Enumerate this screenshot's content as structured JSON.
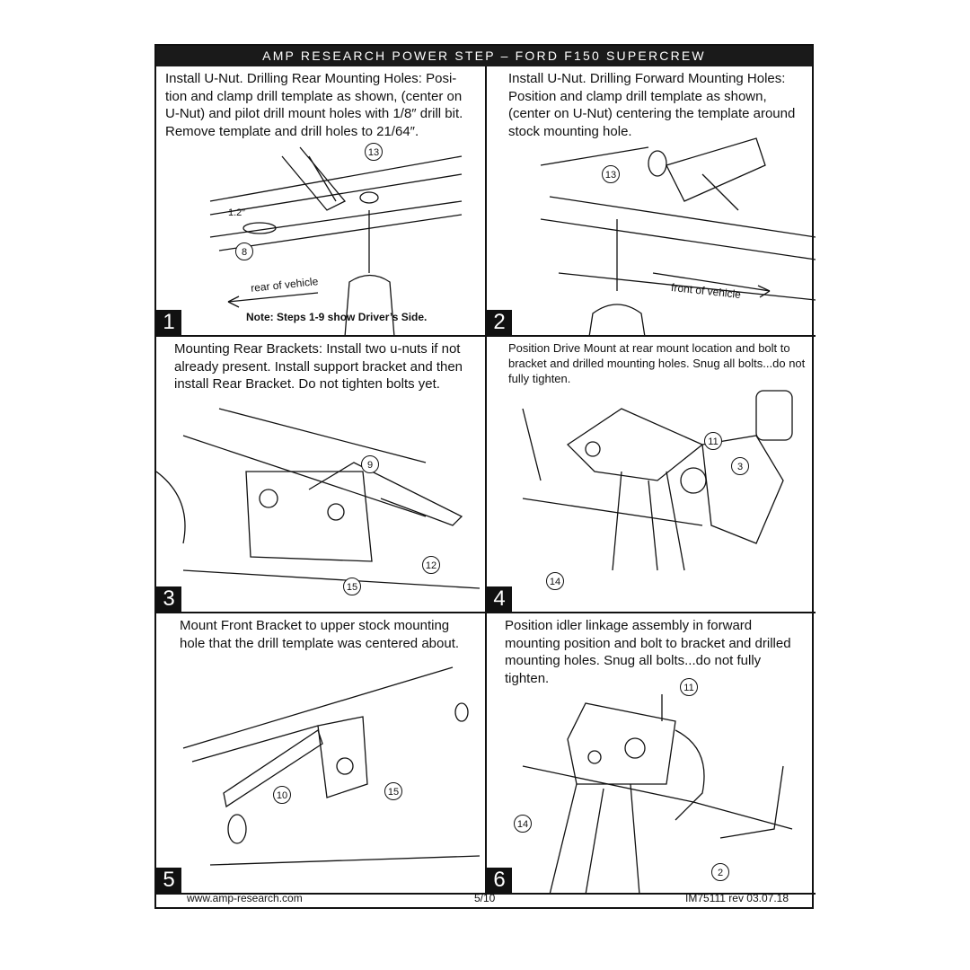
{
  "header": {
    "title": "AMP RESEARCH POWER STEP – FORD F150 SUPERCREW"
  },
  "panels": [
    {
      "number": "1",
      "text": "Install U-Nut. Drilling Rear Mounting Holes:  Posi-tion and clamp drill template as shown, (center on U-Nut) and pilot drill mount holes with 1/8″ drill bit. Remove template and drill holes to 21/64″.",
      "callouts": [
        "13",
        "8"
      ],
      "dimension": "1.2″",
      "arrow_label": "rear of vehicle",
      "note": "Note: Steps 1-9 show Driver’s Side."
    },
    {
      "number": "2",
      "text": "Install U-Nut. Drilling Forward Mounting Holes: Position and clamp drill template as shown, (center on U-Nut) centering the template around stock mounting hole.",
      "callouts": [
        "13"
      ],
      "arrow_label": "front of vehicle"
    },
    {
      "number": "3",
      "text": "Mounting Rear Brackets: Install two u-nuts if not already present. Install support bracket and then install Rear Bracket. Do not tighten bolts yet.",
      "callouts": [
        "9",
        "12",
        "15"
      ]
    },
    {
      "number": "4",
      "text": "Position Drive Mount at rear mount location and bolt to bracket and drilled mounting holes. Snug all bolts...do not fully tighten.",
      "callouts": [
        "11",
        "3",
        "14"
      ]
    },
    {
      "number": "5",
      "text": "Mount Front Bracket to upper stock mounting hole that the drill template was centered about.",
      "callouts": [
        "10",
        "15"
      ]
    },
    {
      "number": "6",
      "text": "Position idler linkage assembly in forward mounting position and bolt to bracket and drilled mounting holes.  Snug all bolts...do not fully tighten.",
      "callouts": [
        "11",
        "14",
        "2"
      ]
    }
  ],
  "footer": {
    "website": "www.amp-research.com",
    "page": "5/10",
    "doc_id": "IM75111 rev 03.07.18"
  }
}
